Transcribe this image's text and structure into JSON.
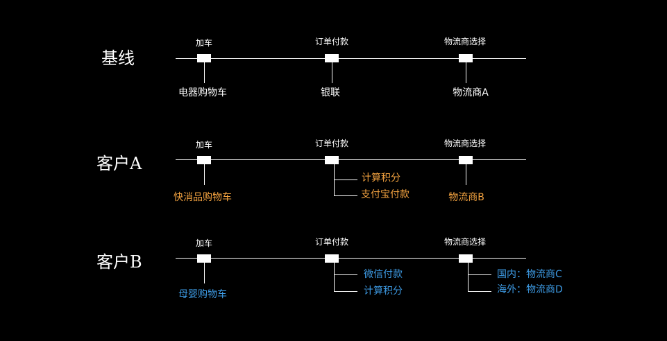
{
  "rows": [
    {
      "label": "基线",
      "steps": [
        "加车",
        "订单付款",
        "物流商选择"
      ],
      "branch1": [
        "电器购物车"
      ],
      "branch2": [
        "银联"
      ],
      "branch3": [
        "物流商A"
      ]
    },
    {
      "label": "客户A",
      "steps": [
        "加车",
        "订单付款",
        "物流商选择"
      ],
      "branch1": [
        "快消品购物车"
      ],
      "branch2": [
        "计算积分",
        "支付宝付款"
      ],
      "branch3": [
        "物流商B"
      ]
    },
    {
      "label": "客户B",
      "steps": [
        "加车",
        "订单付款",
        "物流商选择"
      ],
      "branch1": [
        "母婴购物车"
      ],
      "branch2": [
        "微信付款",
        "计算积分"
      ],
      "branch3": [
        "国内：物流商C",
        "海外：物流商D"
      ]
    }
  ],
  "colors": {
    "background": "#000000",
    "line": "#ffffff",
    "baseline_text": "#ffffff",
    "customer_a_text": "#f4a340",
    "customer_b_text": "#3d9ae3"
  }
}
